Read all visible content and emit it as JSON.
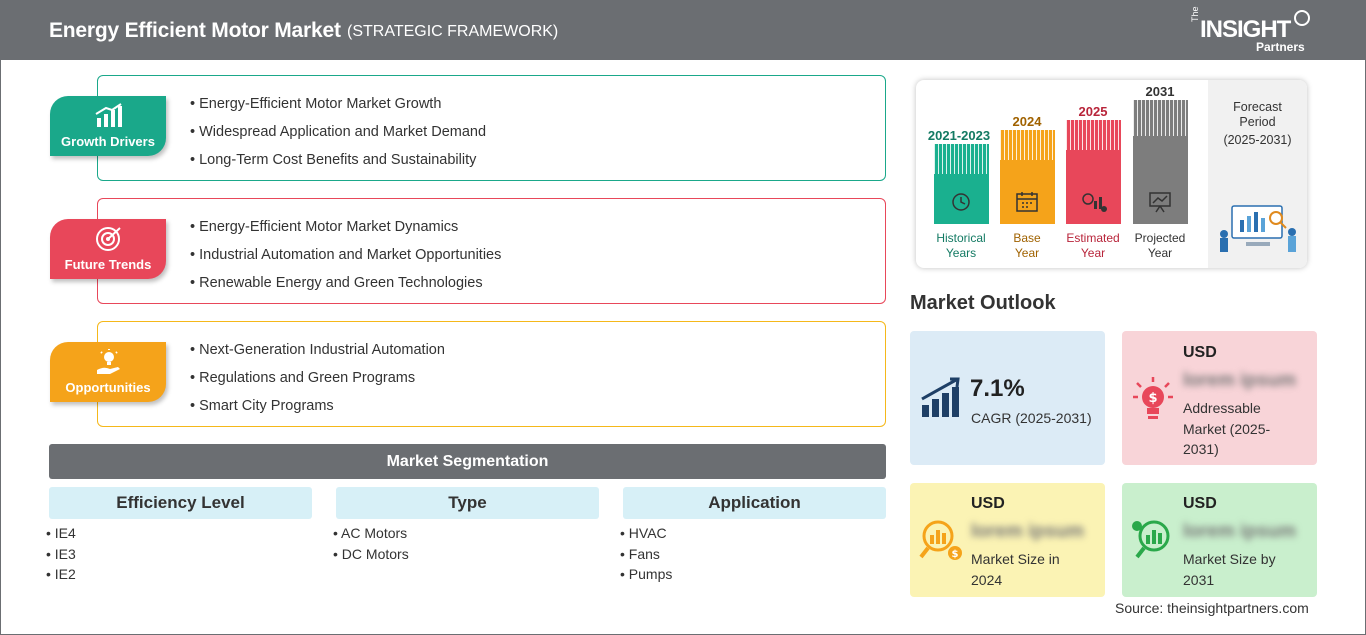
{
  "header": {
    "title": "Energy Efficient Motor Market",
    "subtitle": "(STRATEGIC FRAMEWORK)",
    "logo": {
      "the": "The",
      "main": "INSIGHT",
      "partners": "Partners"
    }
  },
  "framework": [
    {
      "label": "Growth Drivers",
      "color": "#1aa88a",
      "icon": "bar-growth-icon",
      "items": [
        "Energy-Efficient Motor Market Growth",
        "Widespread Application and Market Demand",
        "Long-Term Cost Benefits and Sustainability"
      ]
    },
    {
      "label": "Future Trends",
      "color": "#e8475a",
      "icon": "target-icon",
      "items": [
        "Energy-Efficient Motor Market Dynamics",
        "Industrial Automation and Market Opportunities",
        "Renewable Energy and Green Technologies"
      ]
    },
    {
      "label": "Opportunities",
      "color": "#f5a31a",
      "icon": "idea-hand-icon",
      "items": [
        "Next-Generation Industrial Automation",
        "Regulations and Green Programs",
        "Smart City Programs"
      ]
    }
  ],
  "segmentation": {
    "title": "Market Segmentation",
    "columns": [
      {
        "title": "Efficiency Level",
        "items": [
          "IE4",
          "IE3",
          "IE2"
        ]
      },
      {
        "title": "Type",
        "items": [
          "AC Motors",
          "DC Motors"
        ]
      },
      {
        "title": "Application",
        "items": [
          "HVAC",
          "Fans",
          "Pumps"
        ]
      }
    ]
  },
  "timeline": {
    "bars": [
      {
        "year": "2021-2023",
        "label_line1": "Historical",
        "label_line2": "Years",
        "color": "#1ab08f",
        "text_color": "#137a63",
        "icon": "history-clock-icon"
      },
      {
        "year": "2024",
        "label_line1": "Base",
        "label_line2": "Year",
        "color": "#f5a31a",
        "text_color": "#a06200",
        "icon": "calendar-icon"
      },
      {
        "year": "2025",
        "label_line1": "Estimated",
        "label_line2": "Year",
        "color": "#e8475a",
        "text_color": "#b8243a",
        "icon": "gears-chart-icon"
      },
      {
        "year": "2031",
        "label_line1": "Projected",
        "label_line2": "Year",
        "color": "#7d7d7d",
        "text_color": "#333333",
        "icon": "presentation-icon"
      }
    ],
    "forecast_title_line1": "Forecast",
    "forecast_title_line2": "Period",
    "forecast_range": "(2025-2031)"
  },
  "outlook": {
    "title": "Market Outlook",
    "cagr": {
      "value": "7.1%",
      "label": "CAGR (2025-2031)",
      "color": "#dcebf6"
    },
    "addressable": {
      "currency": "USD",
      "value": "lorem ipsum",
      "label_line1": "Addressable",
      "label_line2": "Market (2025-",
      "label_line3": "2031)",
      "color": "#f8d4d8"
    },
    "size_2024": {
      "currency": "USD",
      "value": "lorem ipsum",
      "label_line1": "Market Size in",
      "label_line2": "2024",
      "color": "#fbf3b4"
    },
    "size_2031": {
      "currency": "USD",
      "value": "lorem ipsum",
      "label_line1": "Market Size by",
      "label_line2": "2031",
      "color": "#c9efcd"
    }
  },
  "source": "Source: theinsightpartners.com"
}
